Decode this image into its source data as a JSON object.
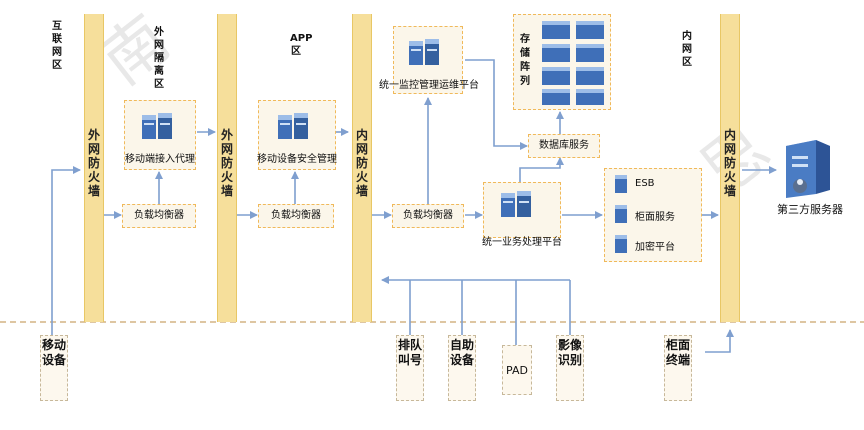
{
  "zones": {
    "internet": "互联网区",
    "dmz": "外网隔离区",
    "app": "APP区",
    "intranet": "内网区"
  },
  "firewalls": {
    "outer1": "外网防火墙",
    "outer2": "外网防火墙",
    "inner1": "内网防火墙",
    "inner2": "内网防火墙"
  },
  "nodes": {
    "mobile_proxy": "移动端接入代理",
    "mobile_security": "移动设备安全管理",
    "monitor_platform": "统一监控管理运维平台",
    "storage": "存储阵列",
    "db_service": "数据库服务",
    "business_platform": "统一业务处理平台",
    "lb1": "负载均衡器",
    "lb2": "负载均衡器",
    "lb3": "负载均衡器",
    "third_party": "第三方服务器"
  },
  "core_services": [
    "ESB",
    "柜面服务",
    "加密平台"
  ],
  "devices": {
    "mobile": "移动设备",
    "queue": "排队叫号",
    "self_service": "自助设备",
    "pad": "PAD",
    "image": "影像识别",
    "counter": "柜面终端"
  },
  "colors": {
    "firewall": "#f6df9b",
    "box_border": "#f0b95a",
    "arrow": "#7f9fcf",
    "server": "#3f6fb8"
  }
}
